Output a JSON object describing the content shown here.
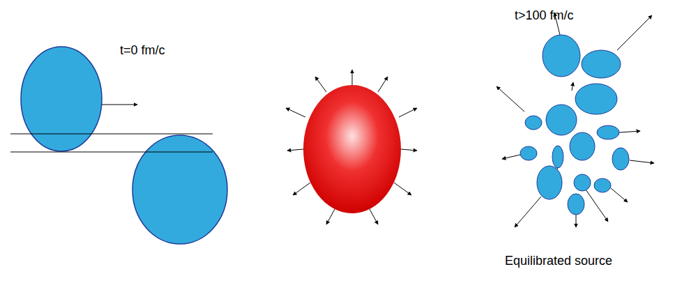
{
  "diagram": {
    "labels": [
      "t=0 fm/c",
      "t>100 fm/c",
      "Equilibrated source"
    ]
  }
}
